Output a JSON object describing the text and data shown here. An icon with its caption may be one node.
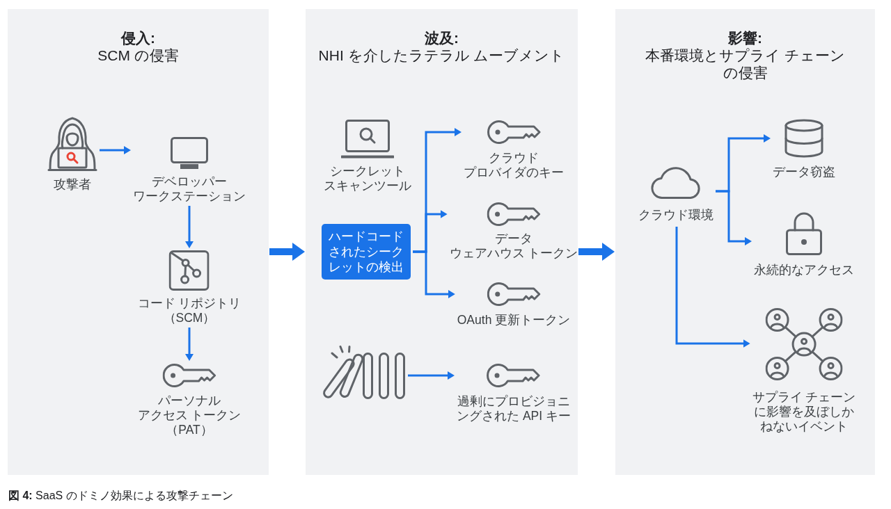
{
  "diagram": {
    "caption": "**図 4:** SaaS のドミノ効果による攻撃チェーン",
    "nodes": [
      {
        "text": [
          "侵入:",
          "SCM の侵害"
        ]
      },
      {
        "text": [
          "攻撃者"
        ],
        "in": 0
      },
      {
        "text": [
          "デベロッパーワークステーション"
        ],
        "in": 0
      },
      {
        "text": [
          "コード リポジトリ（SCM）"
        ],
        "in": 0
      },
      {
        "text": [
          "パーソナルアクセス トークン（PAT）"
        ],
        "in": 0
      },
      {
        "text": [
          "波及:",
          "NHI を介したラテラル ムーブメント"
        ]
      },
      {
        "text": [
          "シークレットスキャンツール"
        ],
        "in": 5
      },
      {
        "text": [
          "ハードコードされたシークレットの検出"
        ],
        "in": 5
      },
      {
        "text": [
          "クラウドプロバイダのキー"
        ],
        "in": 5
      },
      {
        "text": [
          "データウェアハウス トークン"
        ],
        "in": 5
      },
      {
        "text": [
          "OAuth 更新トークン"
        ],
        "in": 5
      },
      {
        "text": [],
        "shape": "picture",
        "in": 5
      },
      {
        "text": [
          "過剰にプロビジョニングされた API キー"
        ],
        "in": 5
      },
      {
        "text": [
          "影響:",
          "本番環境とサプライ チェーンの侵害"
        ]
      },
      {
        "text": [
          "クラウド環境"
        ],
        "in": 13
      },
      {
        "text": [
          "データ窃盗"
        ],
        "in": 13
      },
      {
        "text": [
          "永続的なアクセス"
        ],
        "in": 13
      },
      {
        "text": [
          "サプライ チェーンに影響を及ぼしかねないイベント"
        ],
        "in": 13
      }
    ],
    "edges": [
      {
        "from": 1,
        "to": 2,
        "arrow": "to"
      },
      {
        "from": 2,
        "to": 3,
        "arrow": "to"
      },
      {
        "from": 3,
        "to": 4,
        "arrow": "to"
      },
      {
        "from": 0,
        "to": 5,
        "arrow": "to",
        "style": "thick"
      },
      {
        "from": 7,
        "to": 8,
        "arrow": "to"
      },
      {
        "from": 7,
        "to": 9,
        "arrow": "to"
      },
      {
        "from": 7,
        "to": 10,
        "arrow": "to"
      },
      {
        "from": 11,
        "to": 12,
        "arrow": "to"
      },
      {
        "from": 5,
        "to": 13,
        "arrow": "to",
        "style": "thick"
      },
      {
        "from": 14,
        "to": 15,
        "arrow": "to"
      },
      {
        "from": 14,
        "to": 16,
        "arrow": "to"
      },
      {
        "from": 14,
        "to": 17,
        "arrow": "to"
      }
    ]
  }
}
